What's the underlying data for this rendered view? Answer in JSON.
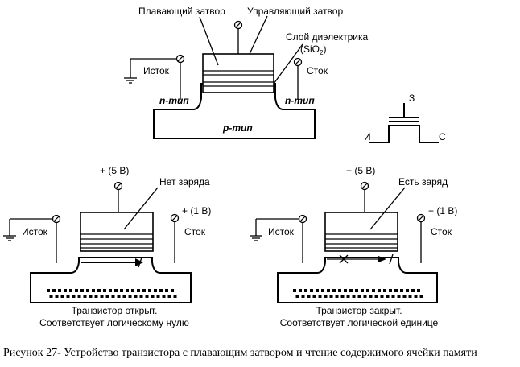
{
  "top": {
    "floating_gate": "Плавающий затвор",
    "control_gate": "Управляющий затвор",
    "dielectric_1": "Слой диэлектрика",
    "dielectric_2": "(SiO",
    "dielectric_sub": "2",
    "dielectric_3": ")",
    "source": "Исток",
    "drain": "Сток",
    "n_left": "n-тип",
    "n_right": "n-тип",
    "p_type": "p-тип"
  },
  "symbol": {
    "gate": "З",
    "source": "И",
    "drain": "С"
  },
  "left": {
    "voltage_gate": "+ (5 В)",
    "voltage_drain": "+ (1 В)",
    "charge": "Нет заряда",
    "source": "Исток",
    "drain": "Сток",
    "caption_1": "Транзистор открыт.",
    "caption_2": "Соответствует логическому нулю"
  },
  "right": {
    "voltage_gate": "+ (5 В)",
    "voltage_drain": "+ (1 В)",
    "charge": "Есть заряд",
    "source": "Исток",
    "drain": "Сток",
    "caption_1": "Транзистор закрыт.",
    "caption_2": "Соответствует логической единице"
  },
  "figure_caption": "Рисунок 27-  Устройство транзистора с плавающим затвором  и чтение содержимого ячейки памяти"
}
